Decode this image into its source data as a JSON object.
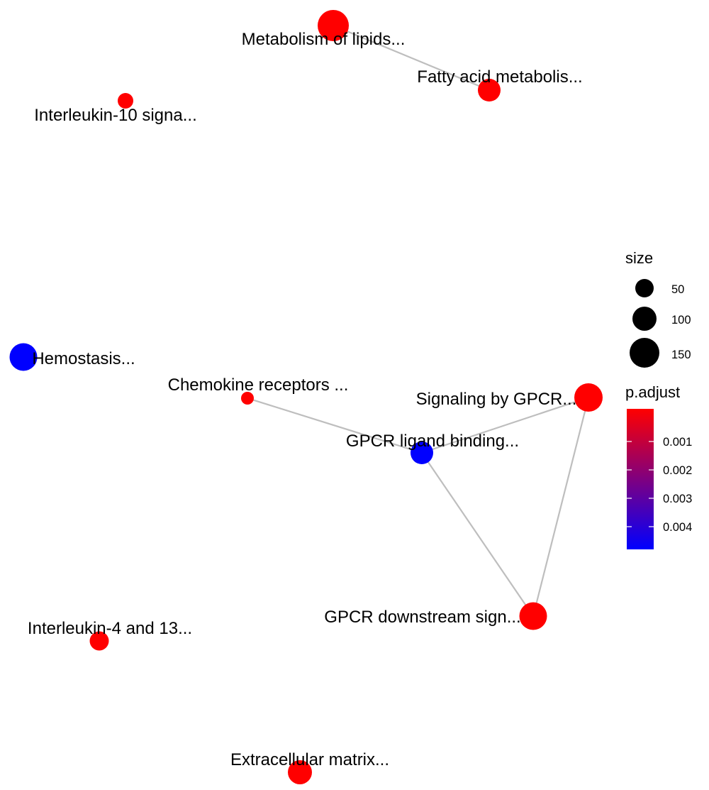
{
  "network": {
    "nodes": [
      {
        "id": "metabolism_lipids",
        "label": "Metabolism of lipids...",
        "color": "#FF0000"
      },
      {
        "id": "fatty_acid",
        "label": "Fatty acid metabolis...",
        "color": "#FF0000"
      },
      {
        "id": "il10",
        "label": "Interleukin-10 signa...",
        "color": "#FF0000"
      },
      {
        "id": "hemostasis",
        "label": "Hemostasis...",
        "color": "#0000FF"
      },
      {
        "id": "chemokine",
        "label": "Chemokine receptors ...",
        "color": "#FF0000"
      },
      {
        "id": "signaling_gpcr",
        "label": "Signaling by GPCR...",
        "color": "#FF0000"
      },
      {
        "id": "gpcr_ligand",
        "label": "GPCR ligand binding...",
        "color": "#0000FF"
      },
      {
        "id": "gpcr_downstream",
        "label": "GPCR downstream sign...",
        "color": "#FF0000"
      },
      {
        "id": "il4_13",
        "label": "Interleukin-4 and 13...",
        "color": "#FF0000"
      },
      {
        "id": "ecm",
        "label": "Extracellular matrix...",
        "color": "#FF0000"
      }
    ],
    "edges": [
      [
        "metabolism_lipids",
        "fatty_acid"
      ],
      [
        "chemokine",
        "gpcr_ligand"
      ],
      [
        "gpcr_ligand",
        "signaling_gpcr"
      ],
      [
        "gpcr_ligand",
        "gpcr_downstream"
      ],
      [
        "signaling_gpcr",
        "gpcr_downstream"
      ]
    ],
    "edge_color": "#BEBEBE"
  },
  "legend": {
    "size": {
      "title": "size",
      "entries": [
        {
          "label": "50",
          "value": 50
        },
        {
          "label": "100",
          "value": 100
        },
        {
          "label": "150",
          "value": 150
        }
      ]
    },
    "color": {
      "title": "p.adjust",
      "gradient_colors": [
        "#FF0000",
        "#0000FF"
      ],
      "ticks": [
        "0.001",
        "0.002",
        "0.003",
        "0.004"
      ]
    }
  }
}
